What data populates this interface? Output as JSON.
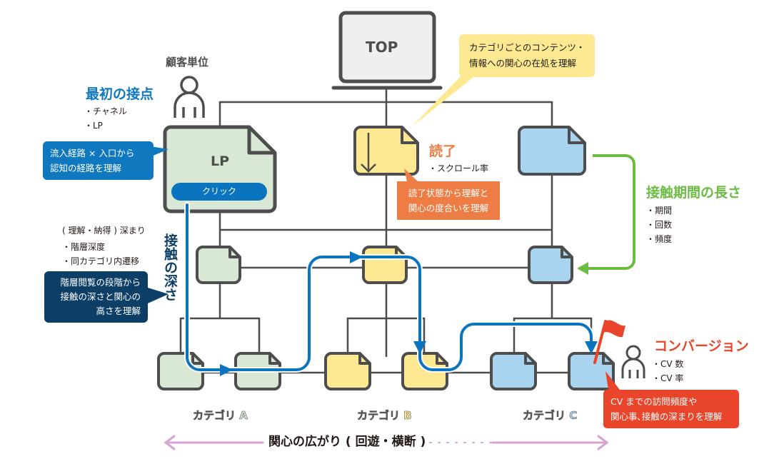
{
  "top_node": {
    "label": "TOP"
  },
  "top_callout": {
    "lines": [
      "カテゴリごとのコンテンツ・",
      "情報への関心の在処を理解"
    ]
  },
  "customer_unit": {
    "label": "顧客単位"
  },
  "first_contact": {
    "heading": "最初の接点",
    "bullets": [
      "・チャネル",
      "・LP"
    ],
    "callout": [
      "流入経路 × 入口から",
      "認知の経路を理解"
    ]
  },
  "lp_node": {
    "label": "LP",
    "button": "クリック"
  },
  "read_complete": {
    "heading": "読了",
    "bullets": [
      "・スクロール率"
    ],
    "callout": [
      "読了状態から理解と",
      "関心の度合いを理解"
    ]
  },
  "contact_period": {
    "heading": "接触期間の長さ",
    "bullets": [
      "・期間",
      "・回数",
      "・頻度"
    ]
  },
  "contact_depth": {
    "vertical_label": "接触の深さ",
    "subheading": "( 理解・納得 ) 深まり",
    "bullets": [
      "・階層深度",
      "・同カテゴリ内遷移"
    ],
    "callout": [
      "階層閲覧の段階から",
      "接触の深さと関心の",
      "高さを理解"
    ]
  },
  "conversion": {
    "heading": "コンバージョン",
    "bullets": [
      "・CV 数",
      "・CV 率"
    ],
    "callout": [
      "CV までの訪問頻度や",
      "関心事､接触の深まりを理解"
    ]
  },
  "categories": [
    {
      "label": "カテゴリ A",
      "color": "#d9e8d5"
    },
    {
      "label": "カテゴリ B",
      "color": "#fde992"
    },
    {
      "label": "カテゴリ C",
      "color": "#a9d4f0"
    }
  ],
  "spread_axis": {
    "label": "関心の広がり ( 回遊・横断 )"
  },
  "colors": {
    "line": "#4d4d4d",
    "blue_heading": "#0f78be",
    "navy": "#0d3f66",
    "path_blue": "#0a74bf",
    "orange": "#ed7d45",
    "green": "#6cbb44",
    "red": "#e8452a",
    "pink_axis": "#d6a3d3",
    "yellow_callout": "#fde992"
  }
}
